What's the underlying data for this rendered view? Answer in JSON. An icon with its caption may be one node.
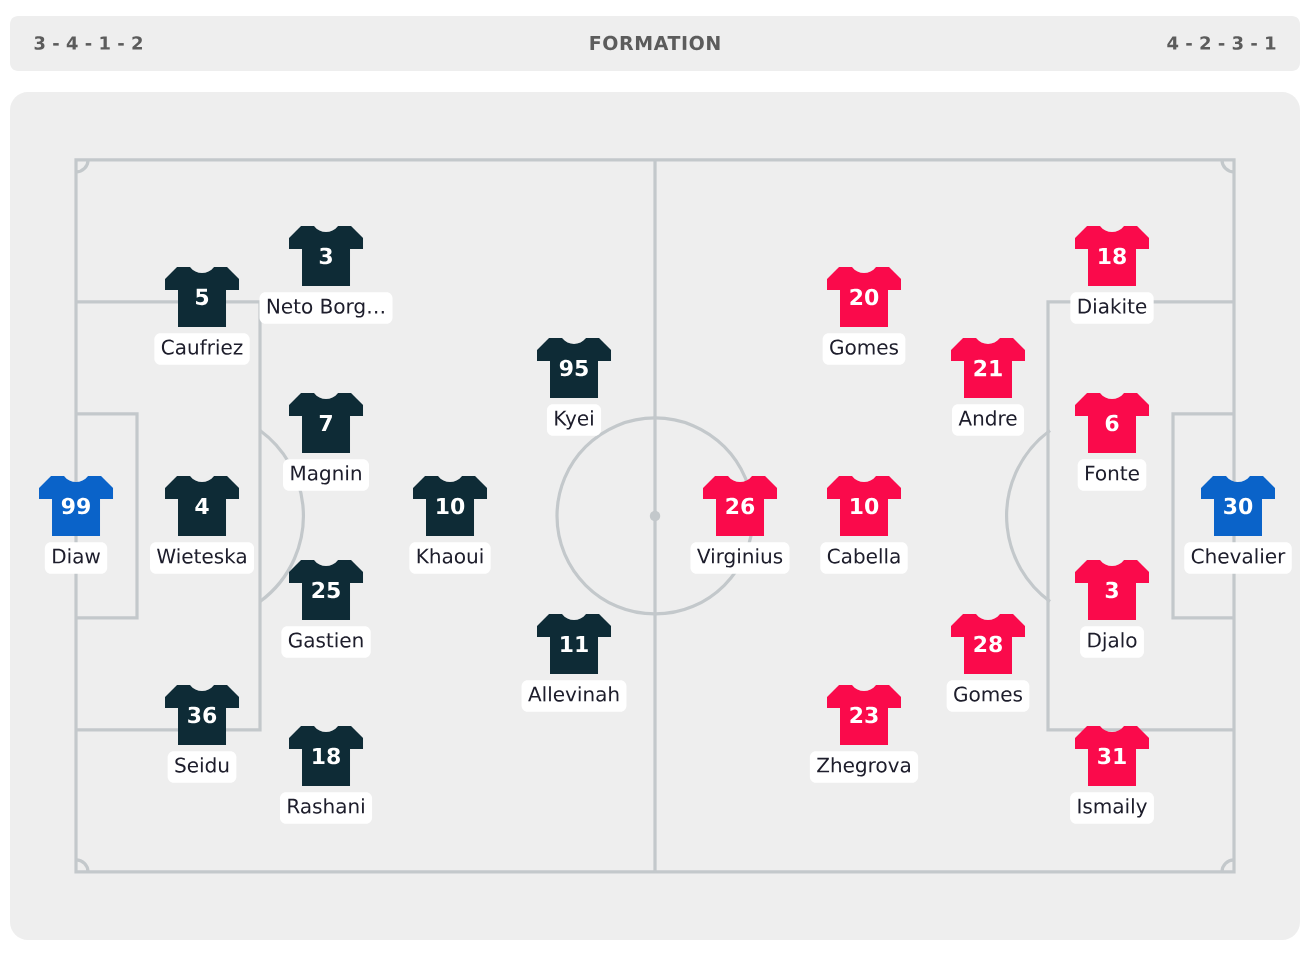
{
  "diagram": {
    "title": "FORMATION",
    "labels": [
      "3 - 4 - 1 - 2",
      "4 - 2 - 3 - 1"
    ],
    "nodes": [
      {
        "text": [
          "99"
        ],
        "beside": [
          "Diaw"
        ]
      },
      {
        "text": [
          "5"
        ],
        "beside": [
          "Caufriez"
        ]
      },
      {
        "text": [
          "4"
        ],
        "beside": [
          "Wieteska"
        ]
      },
      {
        "text": [
          "36"
        ],
        "beside": [
          "Seidu"
        ]
      },
      {
        "text": [
          "3"
        ],
        "beside": [
          "Neto Borg…"
        ]
      },
      {
        "text": [
          "7"
        ],
        "beside": [
          "Magnin"
        ]
      },
      {
        "text": [
          "25"
        ],
        "beside": [
          "Gastien"
        ]
      },
      {
        "text": [
          "18"
        ],
        "beside": [
          "Rashani"
        ]
      },
      {
        "text": [
          "10"
        ],
        "beside": [
          "Khaoui"
        ]
      },
      {
        "text": [
          "95"
        ],
        "beside": [
          "Kyei"
        ]
      },
      {
        "text": [
          "11"
        ],
        "beside": [
          "Allevinah"
        ]
      },
      {
        "text": [
          "26"
        ],
        "beside": [
          "Virginius"
        ]
      },
      {
        "text": [
          "20"
        ],
        "beside": [
          "Gomes"
        ]
      },
      {
        "text": [
          "10"
        ],
        "beside": [
          "Cabella"
        ]
      },
      {
        "text": [
          "23"
        ],
        "beside": [
          "Zhegrova"
        ]
      },
      {
        "text": [
          "21"
        ],
        "beside": [
          "Andre"
        ]
      },
      {
        "text": [
          "28"
        ],
        "beside": [
          "Gomes"
        ]
      },
      {
        "text": [
          "18"
        ],
        "beside": [
          "Diakite"
        ]
      },
      {
        "text": [
          "6"
        ],
        "beside": [
          "Fonte"
        ]
      },
      {
        "text": [
          "3"
        ],
        "beside": [
          "Djalo"
        ]
      },
      {
        "text": [
          "31"
        ],
        "beside": [
          "Ismaily"
        ]
      },
      {
        "text": [
          "30"
        ],
        "beside": [
          "Chevalier"
        ]
      }
    ]
  }
}
